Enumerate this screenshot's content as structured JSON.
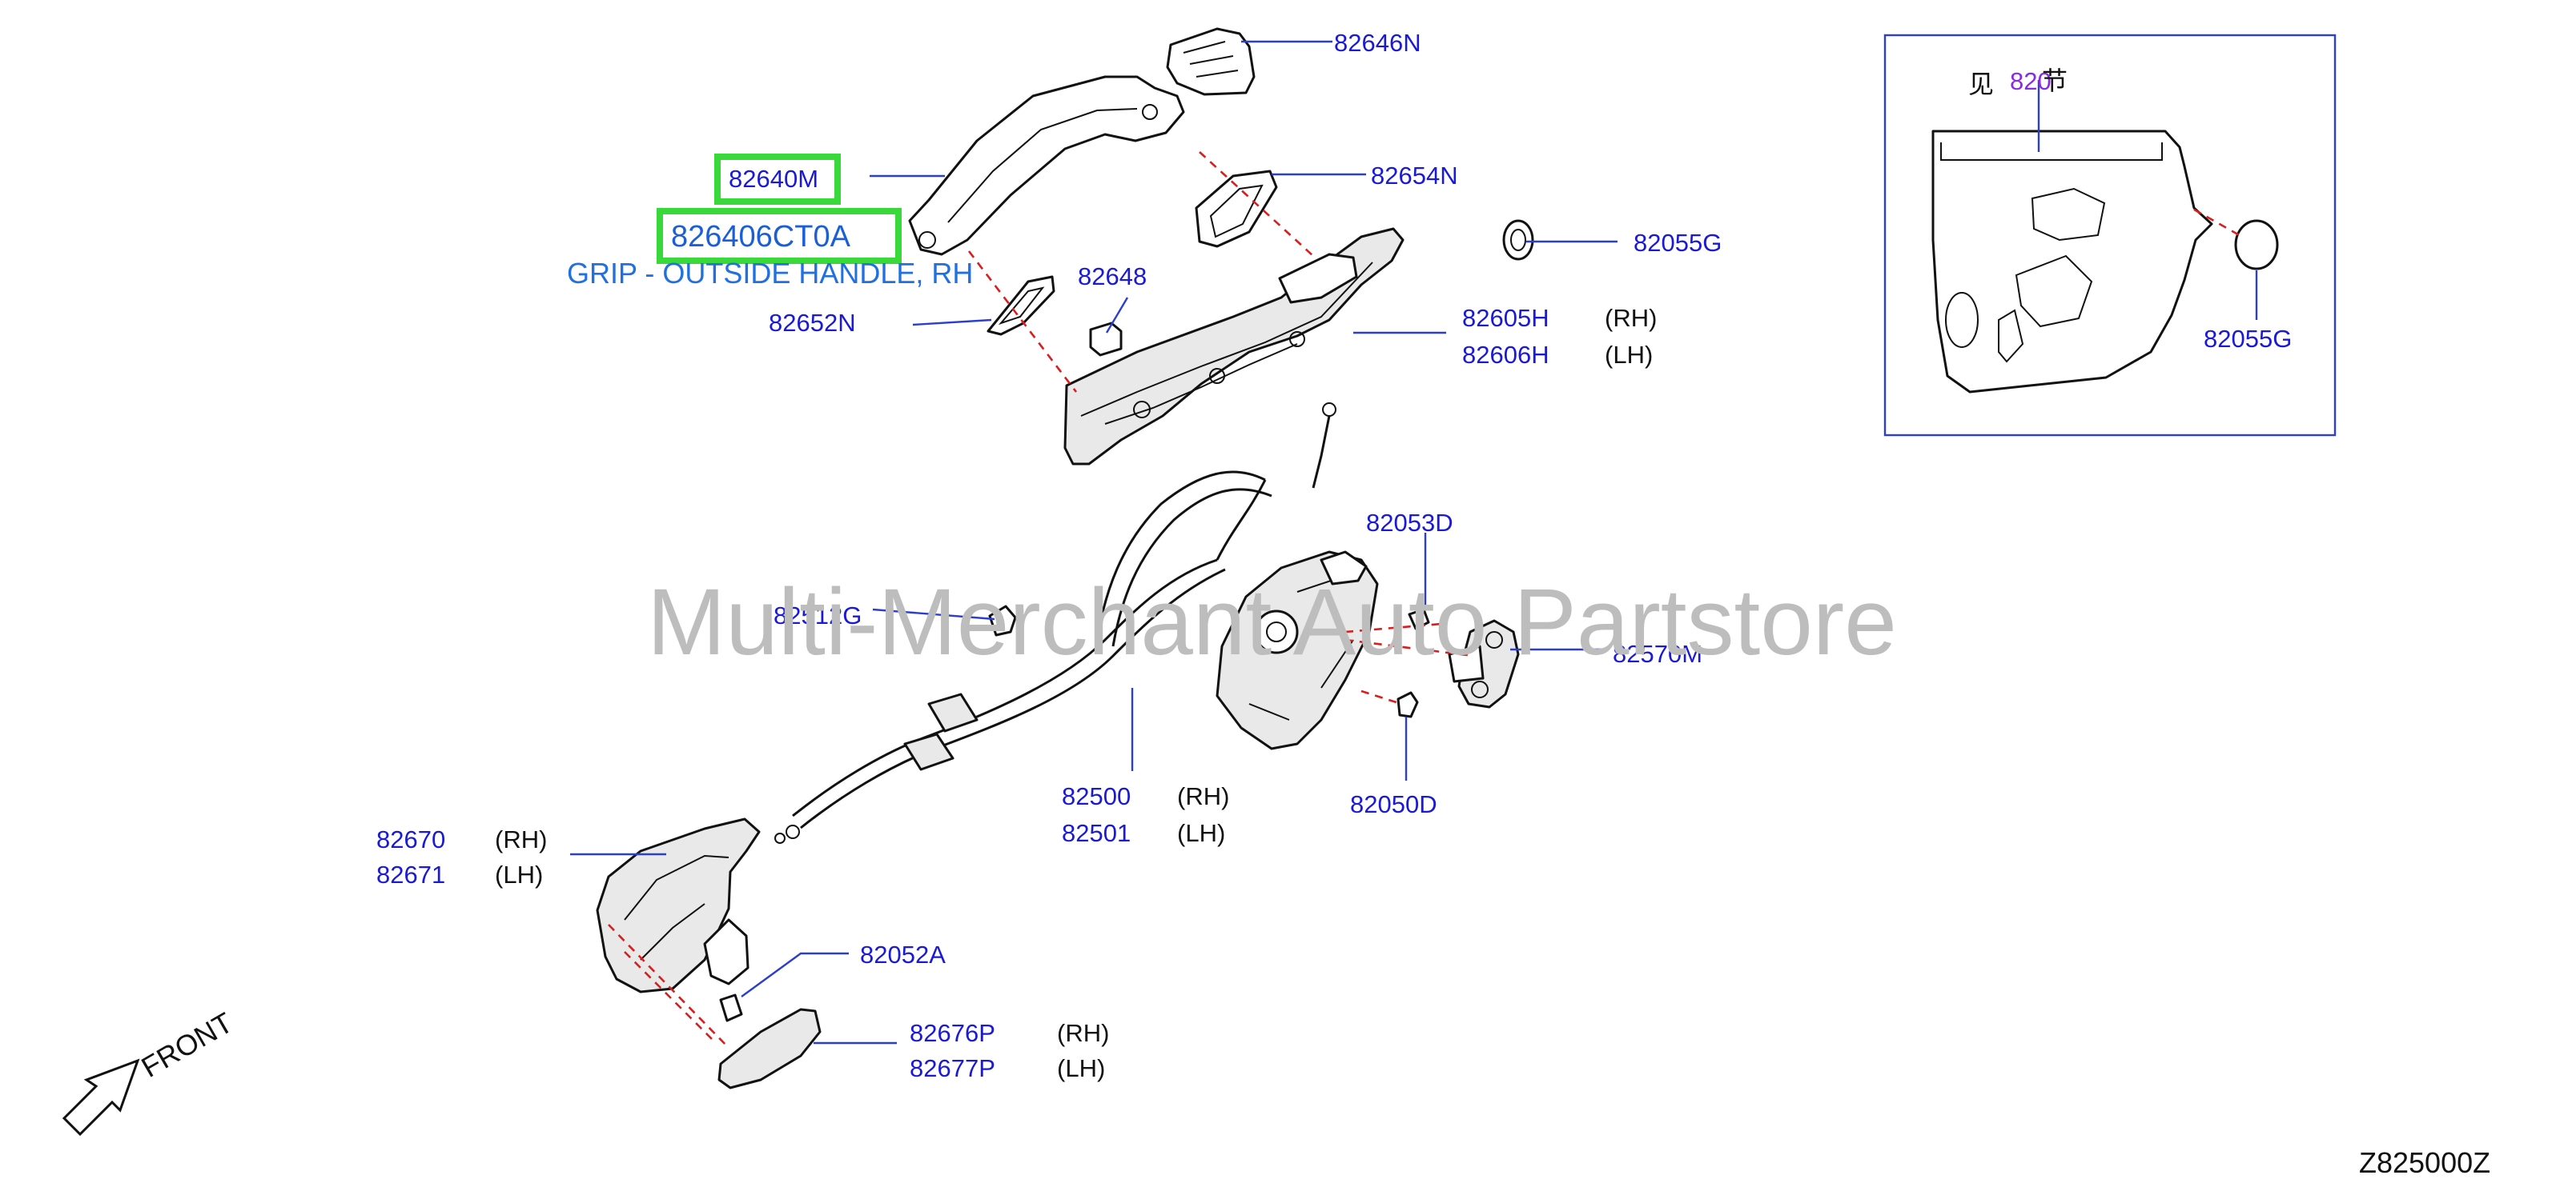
{
  "diagram": {
    "parts": [
      {
        "id": "p82646N",
        "number": "82646N"
      },
      {
        "id": "p82640M",
        "number": "82640M"
      },
      {
        "id": "p82654N",
        "number": "82654N"
      },
      {
        "id": "p82055G",
        "number": "82055G"
      },
      {
        "id": "p82648",
        "number": "82648"
      },
      {
        "id": "p82652N",
        "number": "82652N"
      },
      {
        "id": "p82605H",
        "number": "82605H",
        "side": "(RH)"
      },
      {
        "id": "p82606H",
        "number": "82606H",
        "side": "(LH)"
      },
      {
        "id": "p82053D",
        "number": "82053D"
      },
      {
        "id": "p82512G",
        "number": "82512G"
      },
      {
        "id": "p82570M",
        "number": "82570M"
      },
      {
        "id": "p82500",
        "number": "82500",
        "side": "(RH)"
      },
      {
        "id": "p82501",
        "number": "82501",
        "side": "(LH)"
      },
      {
        "id": "p82050D",
        "number": "82050D"
      },
      {
        "id": "p82670",
        "number": "82670",
        "side": "(RH)"
      },
      {
        "id": "p82671",
        "number": "82671",
        "side": "(LH)"
      },
      {
        "id": "p82052A",
        "number": "82052A"
      },
      {
        "id": "p82676P",
        "number": "82676P",
        "side": "(RH)"
      },
      {
        "id": "p82677P",
        "number": "82677P",
        "side": "(LH)"
      }
    ],
    "highlight": {
      "part_number": "826406CT0A",
      "description": "GRIP - OUTSIDE HANDLE, RH"
    },
    "inset": {
      "ref_prefix": "见",
      "ref_number": "820",
      "ref_suffix": "节",
      "part_number": "82055G"
    },
    "watermark": "Multi-Merchant Auto Partstore",
    "front_label": "FRONT",
    "diagram_code": "Z825000Z"
  }
}
